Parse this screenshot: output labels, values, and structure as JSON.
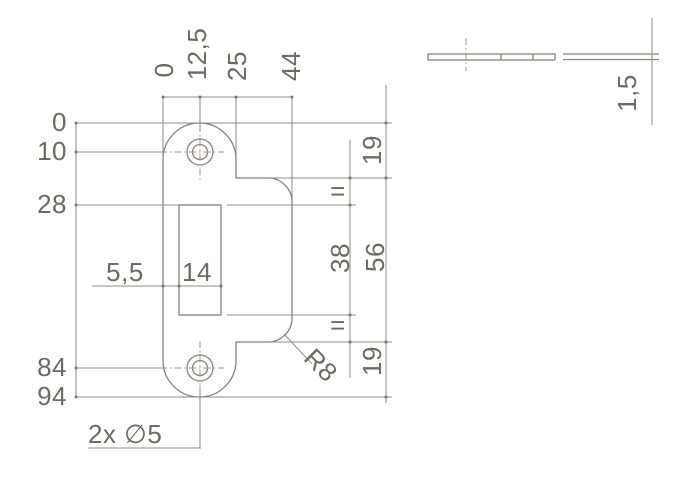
{
  "drawing": {
    "description": "Technical dimension drawing of a lock strike plate, front view and edge (thickness) view",
    "front": {
      "top_dims": [
        "0",
        "12,5",
        "25",
        "44"
      ],
      "left_dims": [
        "0",
        "10",
        "28",
        "84",
        "94"
      ],
      "right_outer_dims": [
        "19",
        "56",
        "19"
      ],
      "right_inner_dims": [
        "=",
        "38",
        "="
      ],
      "slot_dims": {
        "offset": "5,5",
        "width": "14"
      },
      "holes_label": "2x ∅5",
      "corner_radius_label": "R8"
    },
    "side": {
      "thickness_label": "1,5"
    },
    "colors": {
      "background": "#ffffff",
      "line": "#8a8379",
      "text": "#6e6a61"
    }
  }
}
